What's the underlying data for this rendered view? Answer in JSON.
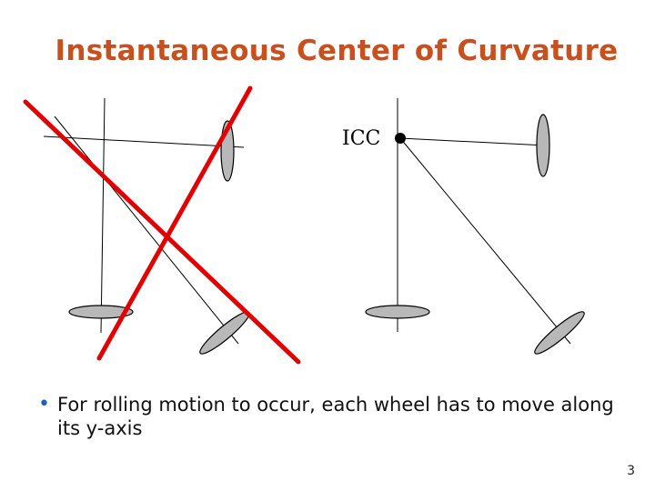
{
  "slide": {
    "title": "Instantaneous Center of Curvature",
    "icc_label": "ICC",
    "bullet": "For rolling motion to occur, each wheel has to move along its y-axis",
    "page_number": "3"
  },
  "colors": {
    "title": "#c8501e",
    "wheel_fill": "#b8b8b8",
    "cross": "#e00000",
    "bullet_dot": "#1f5fbf"
  }
}
